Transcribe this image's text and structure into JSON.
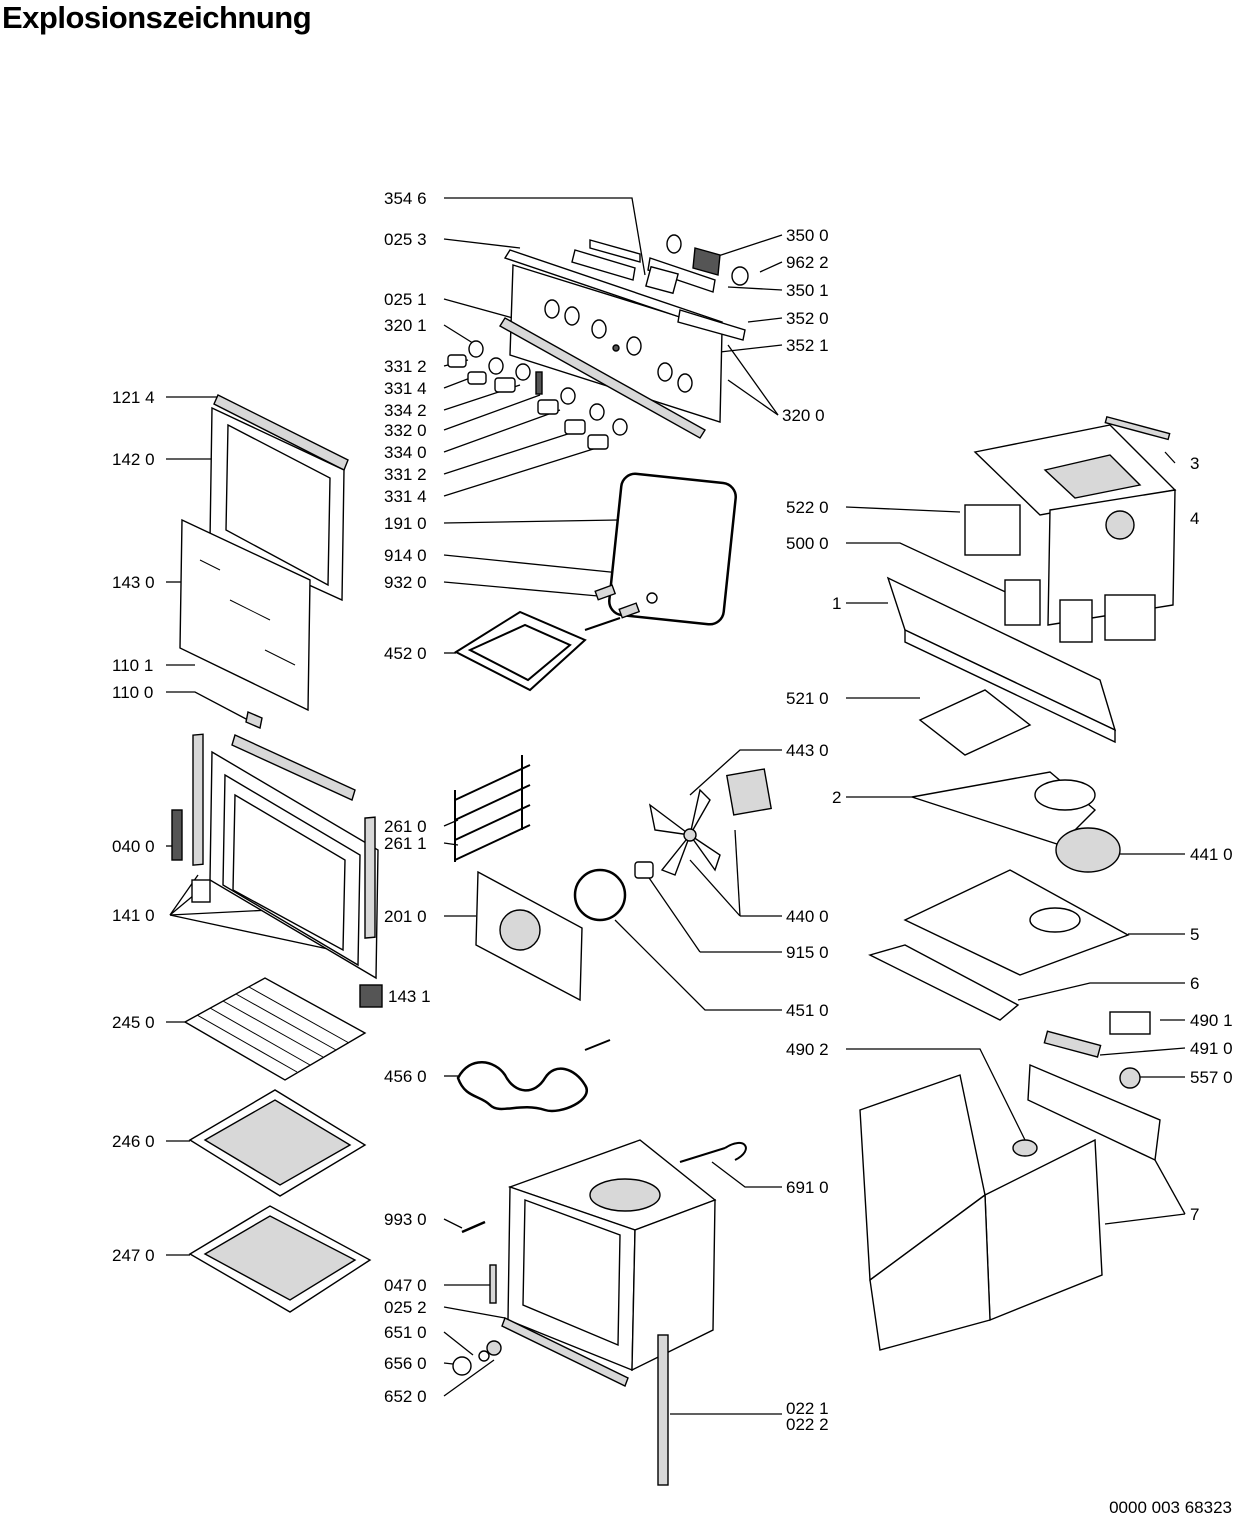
{
  "title": "Explosionszeichnung",
  "document_number": "0000 003 68323",
  "labels": {
    "l3546": "354 6",
    "l0253": "025 3",
    "l0251": "025 1",
    "l3201": "320 1",
    "l3312a": "331 2",
    "l3314a": "331 4",
    "l3342": "334 2",
    "l3320": "332 0",
    "l3340": "334 0",
    "l3312b": "331 2",
    "l3314b": "331 4",
    "l1910": "191 0",
    "l9140": "914 0",
    "l9320": "932 0",
    "l4520": "452 0",
    "l3500": "350 0",
    "l9622": "962 2",
    "l3501": "350 1",
    "l3520": "352 0",
    "l3521": "352 1",
    "l3200": "320 0",
    "l1214": "121 4",
    "l1420": "142 0",
    "l1430": "143 0",
    "l1101": "110 1",
    "l1100": "110 0",
    "l0400": "040 0",
    "l1410": "141 0",
    "l1431": "143 1",
    "l2450": "245 0",
    "l2460": "246 0",
    "l2470": "247 0",
    "l2610": "261 0",
    "l2611": "261 1",
    "l2010": "201 0",
    "l4560": "456 0",
    "l9930": "993 0",
    "l0470": "047 0",
    "l0252": "025 2",
    "l6510": "651 0",
    "l6560": "656 0",
    "l6520": "652 0",
    "l4430": "443 0",
    "l4400": "440 0",
    "l9150": "915 0",
    "l4510": "451 0",
    "l6910": "691 0",
    "l0221": "022 1",
    "l0222": "022 2",
    "l5220": "522 0",
    "l5000": "500 0",
    "l1": "1",
    "l5210": "521 0",
    "l2": "2",
    "l4410": "441 0",
    "l5": "5",
    "l6": "6",
    "l4901": "490 1",
    "l4902": "490 2",
    "l4910": "491 0",
    "l5570": "557 0",
    "l7": "7",
    "l3": "3",
    "l4": "4"
  }
}
